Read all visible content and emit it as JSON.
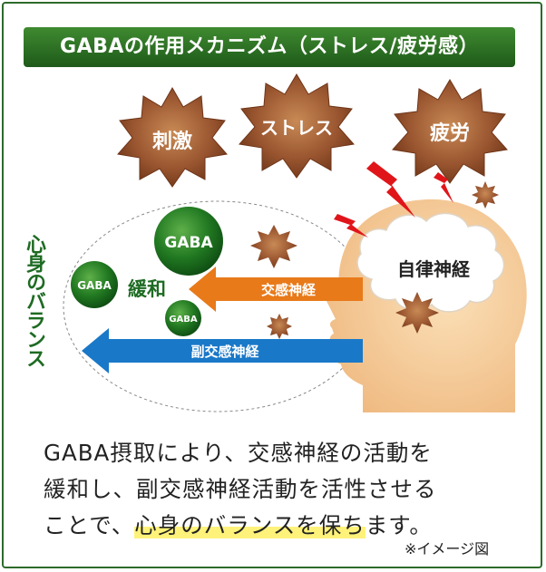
{
  "title": "GABAの作用メカニズム（ストレス/疲労感）",
  "stressors": [
    "刺激",
    "ストレス",
    "疲労"
  ],
  "gaba_large": "GABA",
  "gaba_medium": "GABA",
  "gaba_small": "GABA",
  "relax_label": "緩和",
  "sympathetic_label": "交感神経",
  "parasympathetic_label": "副交感神経",
  "autonomic_label": "自律神経",
  "balance_label": "心身のバランス",
  "description": {
    "line1": "GABA摂取により、交感神経の活動を",
    "line2": "緩和し、副交感神経活動を活性させる",
    "line3_prefix": "ことで、",
    "line3_highlight": "心身のバランスを保ち",
    "line3_suffix": "ます。"
  },
  "note": "※イメージ図",
  "colors": {
    "title_green": "#2e7a25",
    "star_brown": "#8b4a2a",
    "gaba_green": "#1f7a24",
    "sympathetic_arrow": "#e87a1a",
    "parasympathetic_arrow": "#1a78c8",
    "head_skin": "#f6cf9e",
    "lightning_red": "#e0151a",
    "balance_green": "#1e6b23",
    "highlight_yellow": "#fff27a"
  }
}
